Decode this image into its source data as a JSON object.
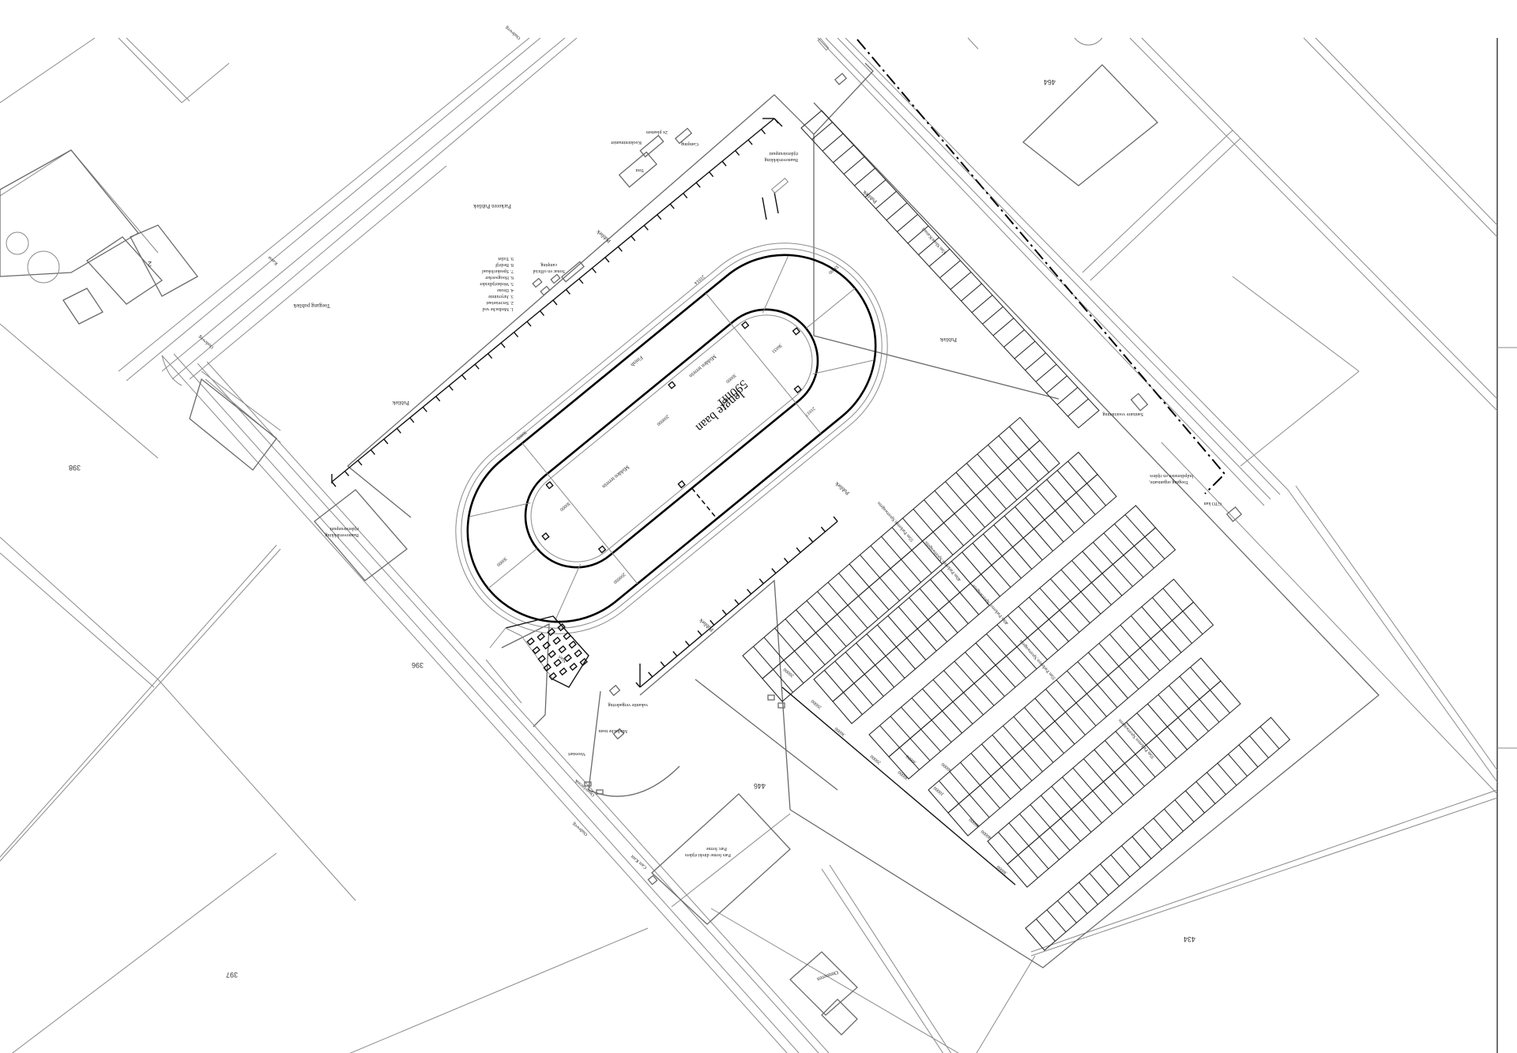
{
  "plot_numbers": {
    "p464": "464",
    "p2": "2",
    "p398": "398",
    "p396": "396",
    "p446": "446",
    "p434": "434",
    "p397": "397"
  },
  "track": {
    "title": "lengte baan",
    "length": "590m1",
    "infield_1": "Midden terrein",
    "infield_2": "Midden terrein",
    "finish": "Finish",
    "dims": [
      "30000",
      "30000",
      "200000",
      "30000",
      "30000",
      "200000",
      "21014",
      "33000",
      "21017",
      "36031"
    ]
  },
  "labels": {
    "publiek_1": "Publiek",
    "publiek_2": "Publiek",
    "publiek_3": "Publiek",
    "publiek_4": "Publiek",
    "publiek_5": "Publiek",
    "publiek_6": "Publiek",
    "parkeren_publiek": "Parkeren Publiek",
    "toegang_publiek": "Toegang publiek",
    "kassa": "Kassa",
    "camping_1": "Camping",
    "camping_2": "camping",
    "tent": "Tent",
    "kooktentmanier": "Kooktentmanier",
    "plaatsen": "2x plaatsen",
    "overdekking_1": "Baanoverdekking",
    "overdekking_2": "Baanoverdekking",
    "overdekking_sub_1": "rijdersteunpunt",
    "overdekking_sub_2": "rijdersteunpunt",
    "sanitair": "Sanitaire voorziening",
    "toegang_org_1": "Toegang organisatie,",
    "toegang_org_2": "hulpdiensten en rijders",
    "gto": "GTO kan",
    "vakantie": "vakantie vergadering",
    "medische": "Medische team",
    "voorstart": "Voorstart",
    "start": "Start",
    "opstelstrook": "Opstelstrook",
    "gewone_rijders": "Pars ferme direkt rijders",
    "parc_ferme": "Parc ferme",
    "camera": "Cam Kant",
    "ommeren": "Ommeren",
    "oudeweg_1": "Oudeweg",
    "oudeweg_2": "Oudeweg",
    "oudeweg_3": "Oudeweg",
    "sloot_1": "55m Sloot/Kanaal",
    "sloot_2": "55m Parkeren Sportwagens",
    "sloot_3": "40m Parkeren Sportwagens",
    "sloot_4": "40m Parkeren Sportwagens",
    "sloot_5": "35m Parkeren Sportwagens",
    "sloot_6": "35m Parkeren Sportwagens",
    "legend": [
      "1. Medische wal",
      "2. Secretariaat",
      "3. Juryruimte",
      "4. Drone",
      "5. Wedstrijdleider",
      "6. Hoogwerker",
      "7. Speakerlokaal",
      "8. Bedrijf",
      "9. Toilet"
    ],
    "legend_extra_1": "Sonac en official",
    "legend_extra_2": "camping",
    "dims_park": [
      "20000",
      "20000",
      "36000",
      "20000",
      "30000",
      "30000",
      "10000",
      "30000",
      "40000",
      "40000",
      "30000"
    ]
  }
}
